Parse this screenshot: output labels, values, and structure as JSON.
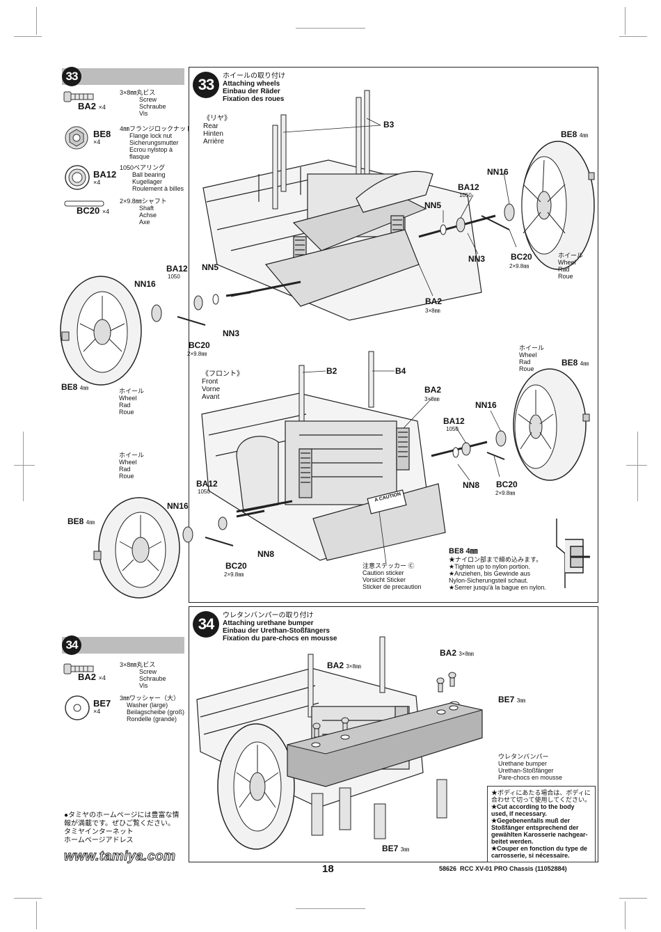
{
  "step33": {
    "number": "33",
    "title_lines": [
      "ホイールの取り付け",
      "Attaching wheels",
      "Einbau der Räder",
      "Fixation des roues"
    ],
    "parts": [
      {
        "code": "BA2",
        "qty": "×4",
        "desc": [
          "3×8㎜丸ビス",
          "Screw",
          "Schraube",
          "Vis"
        ],
        "icon": "screw-icon"
      },
      {
        "code": "BE8",
        "qty": "×4",
        "desc": [
          "4㎜フランジロックナット",
          "Flange lock nut",
          "Sicherungsmutter",
          "Ecrou nylstop à",
          "flasque"
        ],
        "icon": "flange-nut-icon"
      },
      {
        "code": "BA12",
        "qty": "×4",
        "desc": [
          "1050ベアリング",
          "Ball bearing",
          "Kugellager",
          "Roulement à billes"
        ],
        "icon": "ball-bearing-icon"
      },
      {
        "code": "BC20",
        "qty": "×4",
        "desc": [
          "2×9.8㎜シャフト",
          "Shaft",
          "Achse",
          "Axe"
        ],
        "icon": "shaft-icon"
      }
    ],
    "rear_label": [
      "《リヤ》",
      "Rear",
      "Hinten",
      "Arrière"
    ],
    "front_label": [
      "《フロント》",
      "Front",
      "Vorne",
      "Avant"
    ],
    "wheel_label": [
      "ホイール",
      "Wheel",
      "Rad",
      "Roue"
    ],
    "labels": {
      "b3": "B3",
      "b2": "B2",
      "b4": "B4",
      "be8": "BE8",
      "be8_size": "4㎜",
      "nn16": "NN16",
      "nn5": "NN5",
      "nn3": "NN3",
      "nn8": "NN8",
      "ba12": "BA12",
      "ba12_size": "1050",
      "bc20": "BC20",
      "bc20_size": "2×9.8㎜",
      "ba2": "BA2",
      "ba2_size": "3×8㎜"
    },
    "caution_sticker": [
      "注意ステッカー Ⓒ",
      "Caution sticker",
      "Vorsicht Sticker",
      "Sticker de precaution"
    ],
    "sticker_text": "A CAUTION",
    "be8_note": [
      "BE8 4㎜",
      "★ナイロン部まで締め込みます。",
      "★Tighten up to nylon portion.",
      "★Anziehen, bis Gewinde aus",
      "Nylon-Sicherungsteil schaut.",
      "★Serrer jusqu'à la bague en nylon."
    ]
  },
  "step34": {
    "number": "34",
    "title_lines": [
      "ウレタンバンパーの取り付け",
      "Attaching urethane bumper",
      "Einbau der Urethan-Stoßfängers",
      "Fixation du pare-chocs en mousse"
    ],
    "parts": [
      {
        "code": "BA2",
        "qty": "×4",
        "desc": [
          "3×8㎜丸ビス",
          "Screw",
          "Schraube",
          "Vis"
        ],
        "icon": "screw-icon"
      },
      {
        "code": "BE7",
        "qty": "×4",
        "desc": [
          "3㎜ワッシャー（大）",
          "Washer (large)",
          "Beilagscheibe (groß)",
          "Rondelle (grande)"
        ],
        "icon": "washer-icon"
      }
    ],
    "labels": {
      "ba2": "BA2",
      "ba2_size": "3×8㎜",
      "be7": "BE7",
      "be7_size": "3㎜"
    },
    "bumper_label": [
      "ウレタンバンパー",
      "Urethane bumper",
      "Urethan-Stoßfänger",
      "Pare-chocs en mousse"
    ],
    "cut_note": [
      "★ボディにあたる場合は、ボディに",
      "合わせて切って使用してください。",
      "★Cut according to the body",
      "used, if necessary.",
      "★Gegebenenfalls muß der",
      "Stoßfänger entsprechend der",
      "gewählten Karosserie nachgear-",
      "beitet werden.",
      "★Couper en fonction du type de",
      "carrosserie, si nécessaire."
    ]
  },
  "footer": {
    "website_note": [
      "●タミヤのホームページには豊富な情",
      "報が満載です。ぜひご覧ください。",
      "タミヤインターネット",
      "ホームページアドレス"
    ],
    "website": "www.tamiya.com",
    "page_number": "18",
    "product_code": "58626  RCC XV-01 PRO Chassis (11052884)"
  }
}
